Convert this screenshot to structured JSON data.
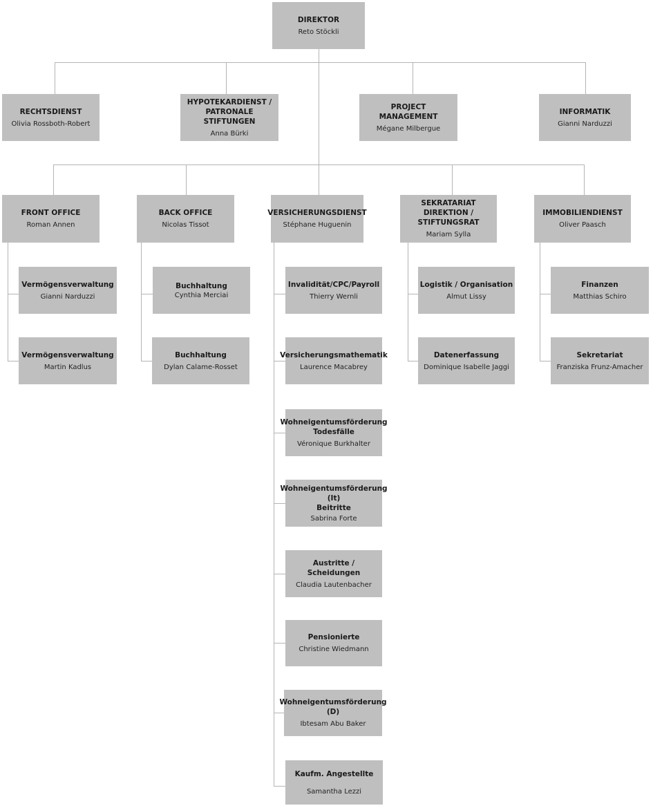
{
  "units": [
    {
      "id": "direktor",
      "title": "DIREKTOR",
      "person": "Reto Stöckli"
    },
    {
      "id": "rechtsdienst",
      "title": "RECHTSDIENST",
      "person": "Olivia Rossboth-Robert"
    },
    {
      "id": "hypotekardienst",
      "title": "HYPOTEKARDIENST /\nPATRONALE STIFTUNGEN",
      "person": "Anna Bürki"
    },
    {
      "id": "project-management",
      "title": "PROJECT MANAGEMENT",
      "person": "Mégane Milbergue"
    },
    {
      "id": "informatik",
      "title": "INFORMATIK",
      "person": "Gianni Narduzzi"
    },
    {
      "id": "front-office",
      "title": "FRONT OFFICE",
      "person": "Roman Annen"
    },
    {
      "id": "back-office",
      "title": "BACK OFFICE",
      "person": "Nicolas Tissot"
    },
    {
      "id": "versicherungsdienst",
      "title": "VERSICHERUNGSDIENST",
      "person": "Stéphane Huguenin"
    },
    {
      "id": "sekretariat-direktion",
      "title": "SEKRATARIAT\nDIREKTION /\nSTIFTUNGSRAT",
      "person": "Mariam Sylla"
    },
    {
      "id": "immobiliendienst",
      "title": "IMMOBILIENDIENST",
      "person": "Oliver Paasch"
    },
    {
      "id": "fo-vermoegen-1",
      "title": "Vermögensverwaltung",
      "person": "Gianni Narduzzi"
    },
    {
      "id": "fo-vermoegen-2",
      "title": "Vermögensverwaltung",
      "person": "Martin Kadlus"
    },
    {
      "id": "bo-buchhaltung-1",
      "title": "Buchhaltung",
      "person": "Cynthia Merciai"
    },
    {
      "id": "bo-buchhaltung-2",
      "title": "Buchhaltung",
      "person": "Dylan Calame-Rosset"
    },
    {
      "id": "vd-invaliditaet",
      "title": "Invalidität/CPC/Payroll",
      "person": "Thierry Wernli"
    },
    {
      "id": "vd-mathematik",
      "title": "Versicherungsmathematik",
      "person": "Laurence Macabrey"
    },
    {
      "id": "vd-wef-todesfaelle",
      "title": "Wohneigentumsförderung\nTodesfälle",
      "person": "Véronique Burkhalter"
    },
    {
      "id": "vd-wef-it-beitritte",
      "title": "Wohneigentumsförderung\n(It)\nBeitritte",
      "person": "Sabrina Forte"
    },
    {
      "id": "vd-austritte",
      "title": "Austritte / Scheidungen",
      "person": "Claudia Lautenbacher"
    },
    {
      "id": "vd-pensionierte",
      "title": "Pensionierte",
      "person": "Christine Wiedmann"
    },
    {
      "id": "vd-wef-d",
      "title": "Wohneigentumsförderung\n(D)",
      "person": "Ibtesam Abu Baker"
    },
    {
      "id": "vd-kaufm",
      "title": "Kaufm. Angestellte",
      "person": "Samantha Lezzi"
    },
    {
      "id": "sek-logistik",
      "title": "Logistik / Organisation",
      "person": "Almut Lissy"
    },
    {
      "id": "sek-datenerfassung",
      "title": "Datenerfassung",
      "person": "Dominique Isabelle Jaggi"
    },
    {
      "id": "imm-finanzen",
      "title": "Finanzen",
      "person": "Matthias Schiro"
    },
    {
      "id": "imm-sekretariat",
      "title": "Sekretariat",
      "person": "Franziska Frunz-Amacher"
    }
  ]
}
